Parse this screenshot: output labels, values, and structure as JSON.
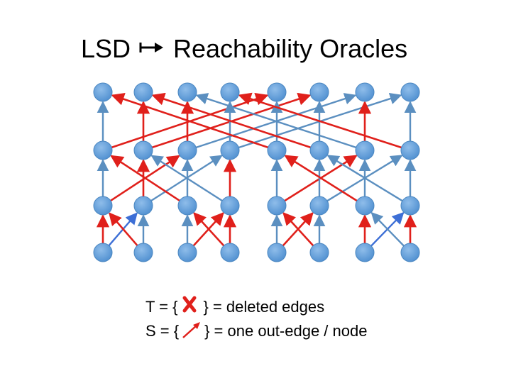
{
  "title": {
    "left": "LSD",
    "arrow_icon": "right-arrow-icon",
    "right": "Reachability Oracles"
  },
  "colors": {
    "node_fill": "#5b9bd5",
    "node_stroke": "#4a86c0",
    "blue_edge": "#5b8fc0",
    "red_edge": "#e0201b",
    "bright_blue_edge": "#3d6fd6"
  },
  "graph": {
    "layers": 4,
    "nodes_per_layer": 8
  },
  "legend": {
    "t_prefix": "T = {",
    "t_icon": "deleted-edge-x-icon",
    "t_suffix": "} = deleted edges",
    "s_prefix": "S = {",
    "s_icon": "red-arrow-icon",
    "s_suffix": "} = one out-edge / node"
  }
}
